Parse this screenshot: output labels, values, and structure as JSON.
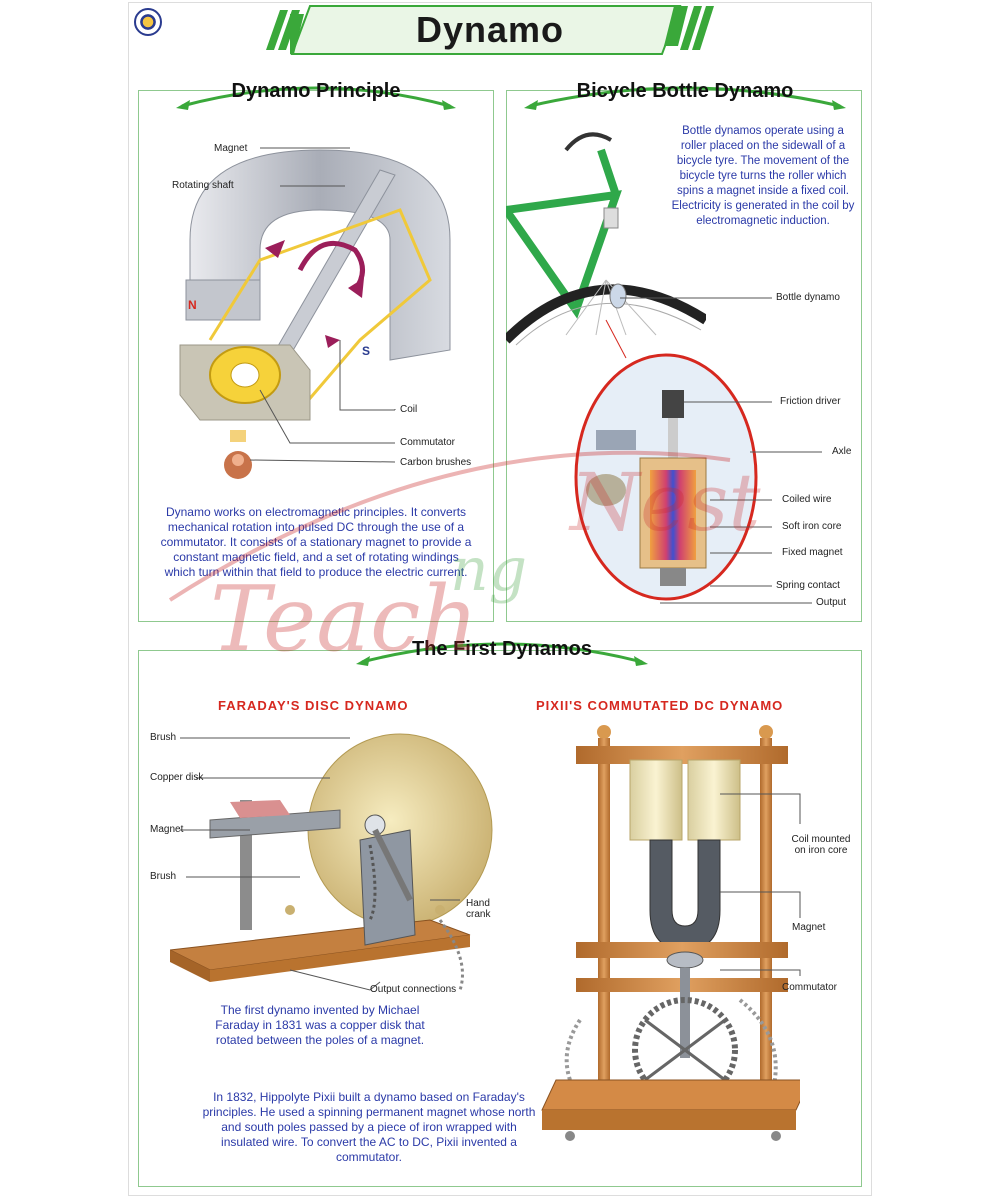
{
  "title": "Dynamo",
  "sections": {
    "principle": {
      "title": "Dynamo Principle",
      "labels": {
        "magnet": "Magnet",
        "shaft": "Rotating shaft",
        "coil": "Coil",
        "commutator": "Commutator",
        "brushes": "Carbon brushes",
        "north": "N",
        "south": "S"
      },
      "paragraph": "Dynamo works on electromagnetic principles. It converts mechanical rotation into pulsed DC through the use of a commutator. It consists of a stationary magnet to provide a constant magnetic field, and a set of rotating windings which turn within that field to produce the electric current."
    },
    "bicycle": {
      "title": "Bicycle Bottle Dynamo",
      "paragraph": "Bottle dynamos operate using a roller placed on the sidewall of a bicycle tyre. The movement of the bicycle tyre turns the roller which spins a magnet inside a fixed coil. Electricity is generated in the coil by electromagnetic induction.",
      "labels": {
        "bottle": "Bottle dynamo",
        "friction": "Friction driver",
        "axle": "Axle",
        "coiled": "Coiled wire",
        "core": "Soft iron core",
        "fixed": "Fixed magnet",
        "spring": "Spring contact",
        "output": "Output"
      }
    },
    "first": {
      "title": "The First Dynamos",
      "faraday": {
        "title": "FARADAY'S DISC DYNAMO",
        "labels": {
          "brush1": "Brush",
          "copper": "Copper disk",
          "magnet": "Magnet",
          "brush2": "Brush",
          "crank": "Hand crank",
          "output": "Output connections"
        },
        "paragraph": "The first dynamo invented by Michael Faraday in 1831 was a copper disk that rotated between the poles of a magnet."
      },
      "pixii": {
        "title": "PIXII'S COMMUTATED DC DYNAMO",
        "labels": {
          "coil": "Coil mounted on iron core",
          "magnet": "Magnet",
          "commutator": "Commutator"
        },
        "paragraph": "In 1832, Hippolyte Pixii built a dynamo based on Faraday's principles. He used a spinning permanent magnet whose north and south poles passed by a piece of iron wrapped with insulated wire. To convert the AC to DC, Pixii invented a commutator."
      }
    }
  },
  "colors": {
    "accent_green": "#3aa83a",
    "red_title": "#d6281f",
    "para_blue": "#2b3aa8"
  }
}
